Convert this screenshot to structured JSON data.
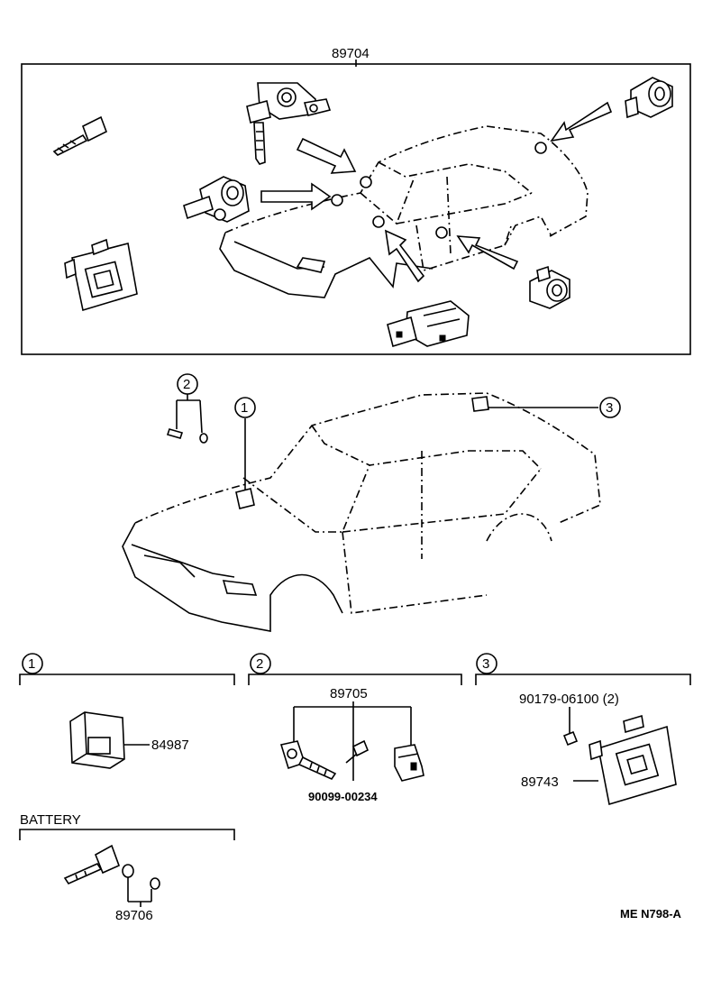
{
  "labels": {
    "top_group": "89704",
    "circle_1": "1",
    "circle_2": "2",
    "circle_3": "3",
    "sec1_num": "1",
    "sec2_num": "2",
    "sec3_num": "3",
    "part_84987": "84987",
    "part_89705": "89705",
    "part_90099": "90099-00234",
    "part_90179": "90179-06100 (2)",
    "part_89743": "89743",
    "battery": "BATTERY",
    "part_89706": "89706",
    "ref_code": "ME N798-A"
  }
}
